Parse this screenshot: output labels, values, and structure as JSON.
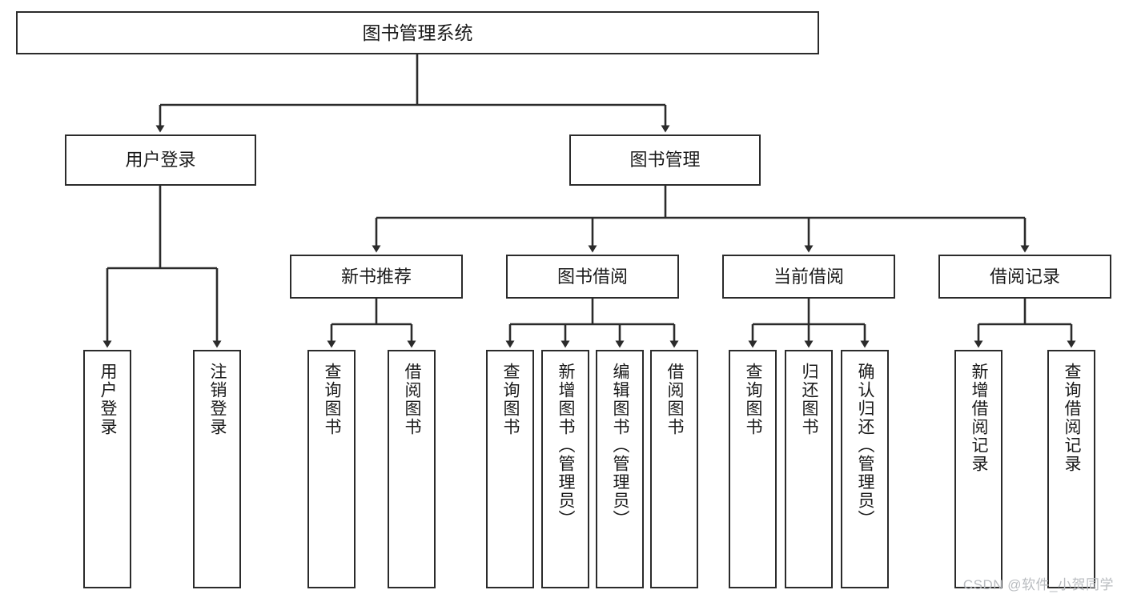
{
  "diagram": {
    "type": "tree-hierarchy",
    "title": "图书管理系统",
    "watermark": "CSDN @软件_小贺同学",
    "colors": {
      "stroke": "#2b2b2b",
      "fill": "#ffffff",
      "text": "#1a1a1a",
      "watermark": "#b9bcc0"
    },
    "nodes": {
      "root": {
        "label": "图书管理系统",
        "level": 1
      },
      "l2": [
        {
          "id": "user-login",
          "label": "用户登录",
          "level": 2
        },
        {
          "id": "book-manage",
          "label": "图书管理",
          "level": 2
        }
      ],
      "l3": [
        {
          "id": "new-book-rec",
          "label": "新书推荐",
          "level": 3,
          "parent": "book-manage"
        },
        {
          "id": "book-borrow",
          "label": "图书借阅",
          "level": 3,
          "parent": "book-manage"
        },
        {
          "id": "current-borrow",
          "label": "当前借阅",
          "level": 3,
          "parent": "book-manage"
        },
        {
          "id": "borrow-record",
          "label": "借阅记录",
          "level": 3,
          "parent": "book-manage"
        }
      ],
      "leaves": [
        {
          "id": "leaf-user-login",
          "label": "用户登录",
          "parent": "user-login"
        },
        {
          "id": "leaf-user-logout",
          "label": "注销登录",
          "parent": "user-login"
        },
        {
          "id": "leaf-query-book-1",
          "label": "查询图书",
          "parent": "new-book-rec"
        },
        {
          "id": "leaf-borrow-book-1",
          "label": "借阅图书",
          "parent": "new-book-rec"
        },
        {
          "id": "leaf-query-book-2",
          "label": "查询图书",
          "parent": "book-borrow"
        },
        {
          "id": "leaf-add-book",
          "label": "新增图书（管理员）",
          "parent": "book-borrow"
        },
        {
          "id": "leaf-edit-book",
          "label": "编辑图书（管理员）",
          "parent": "book-borrow"
        },
        {
          "id": "leaf-borrow-book-2",
          "label": "借阅图书",
          "parent": "book-borrow"
        },
        {
          "id": "leaf-query-book-3",
          "label": "查询图书",
          "parent": "current-borrow"
        },
        {
          "id": "leaf-return-book",
          "label": "归还图书",
          "parent": "current-borrow"
        },
        {
          "id": "leaf-confirm-return",
          "label": "确认归还（管理员）",
          "parent": "current-borrow"
        },
        {
          "id": "leaf-add-record",
          "label": "新增借阅记录",
          "parent": "borrow-record"
        },
        {
          "id": "leaf-query-record",
          "label": "查询借阅记录",
          "parent": "borrow-record"
        }
      ]
    }
  }
}
